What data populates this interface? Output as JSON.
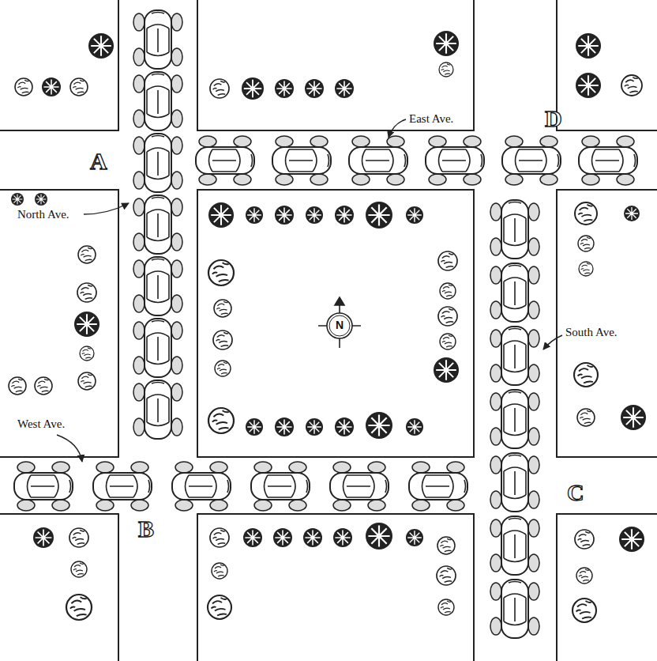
{
  "diagram": {
    "labels": [
      "A",
      "North Ave.",
      "East Ave.",
      "D",
      "N",
      "South Ave.",
      "West Ave.",
      "B",
      "C"
    ]
  }
}
